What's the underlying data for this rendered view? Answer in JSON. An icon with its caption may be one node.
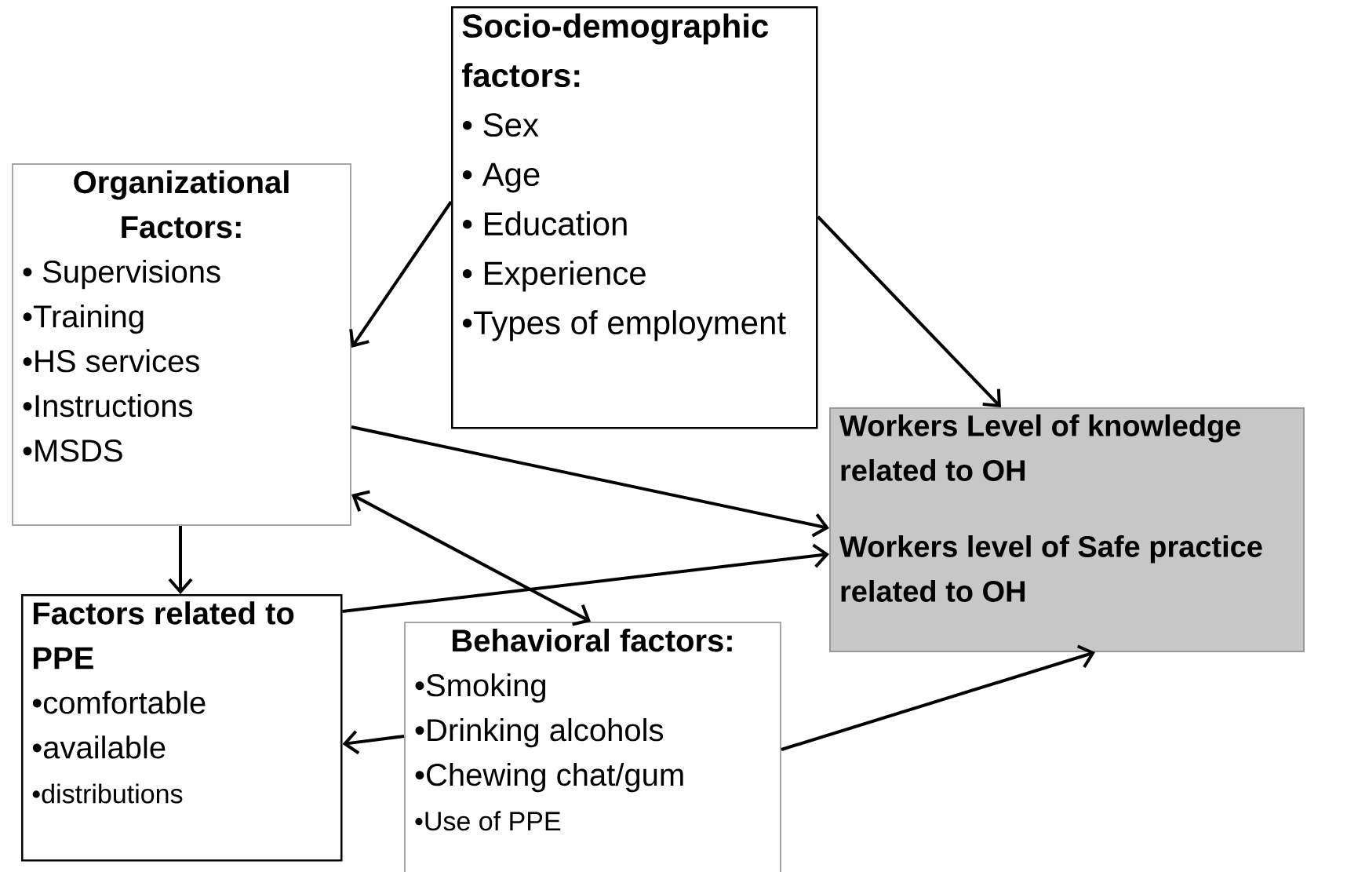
{
  "diagram": {
    "nodes": [
      {
        "text": [
          "Socio-demographic factors:",
          "• Sex",
          "• Age",
          "• Education",
          "• Experience",
          "•Types of employment"
        ]
      },
      {
        "text": [
          "Organizational Factors:",
          "• Supervisions",
          "•Training",
          "•HS services",
          "•Instructions",
          "•MSDS"
        ]
      },
      {
        "text": [
          "Workers Level of knowledge related to OH",
          "Workers level of Safe practice related to OH"
        ]
      },
      {
        "text": [
          "Factors related to PPE",
          "•comfortable",
          "•available",
          "•distributions"
        ]
      },
      {
        "text": [
          "Behavioral factors:",
          "•Smoking",
          "•Drinking alcohols",
          "•Chewing chat/gum",
          "•Use of PPE"
        ]
      }
    ],
    "edges": [
      {
        "from": 0,
        "to": 1,
        "arrow": "to"
      },
      {
        "from": 0,
        "to": 2,
        "arrow": "to"
      },
      {
        "from": 1,
        "to": 2,
        "arrow": "to"
      },
      {
        "from": 1,
        "to": 3,
        "arrow": "to"
      },
      {
        "from": 1,
        "to": 4,
        "arrow": "both"
      },
      {
        "from": 3,
        "to": 2,
        "arrow": "to"
      },
      {
        "from": 4,
        "to": 3,
        "arrow": "to"
      },
      {
        "from": 4,
        "to": 2,
        "arrow": "to"
      }
    ]
  }
}
